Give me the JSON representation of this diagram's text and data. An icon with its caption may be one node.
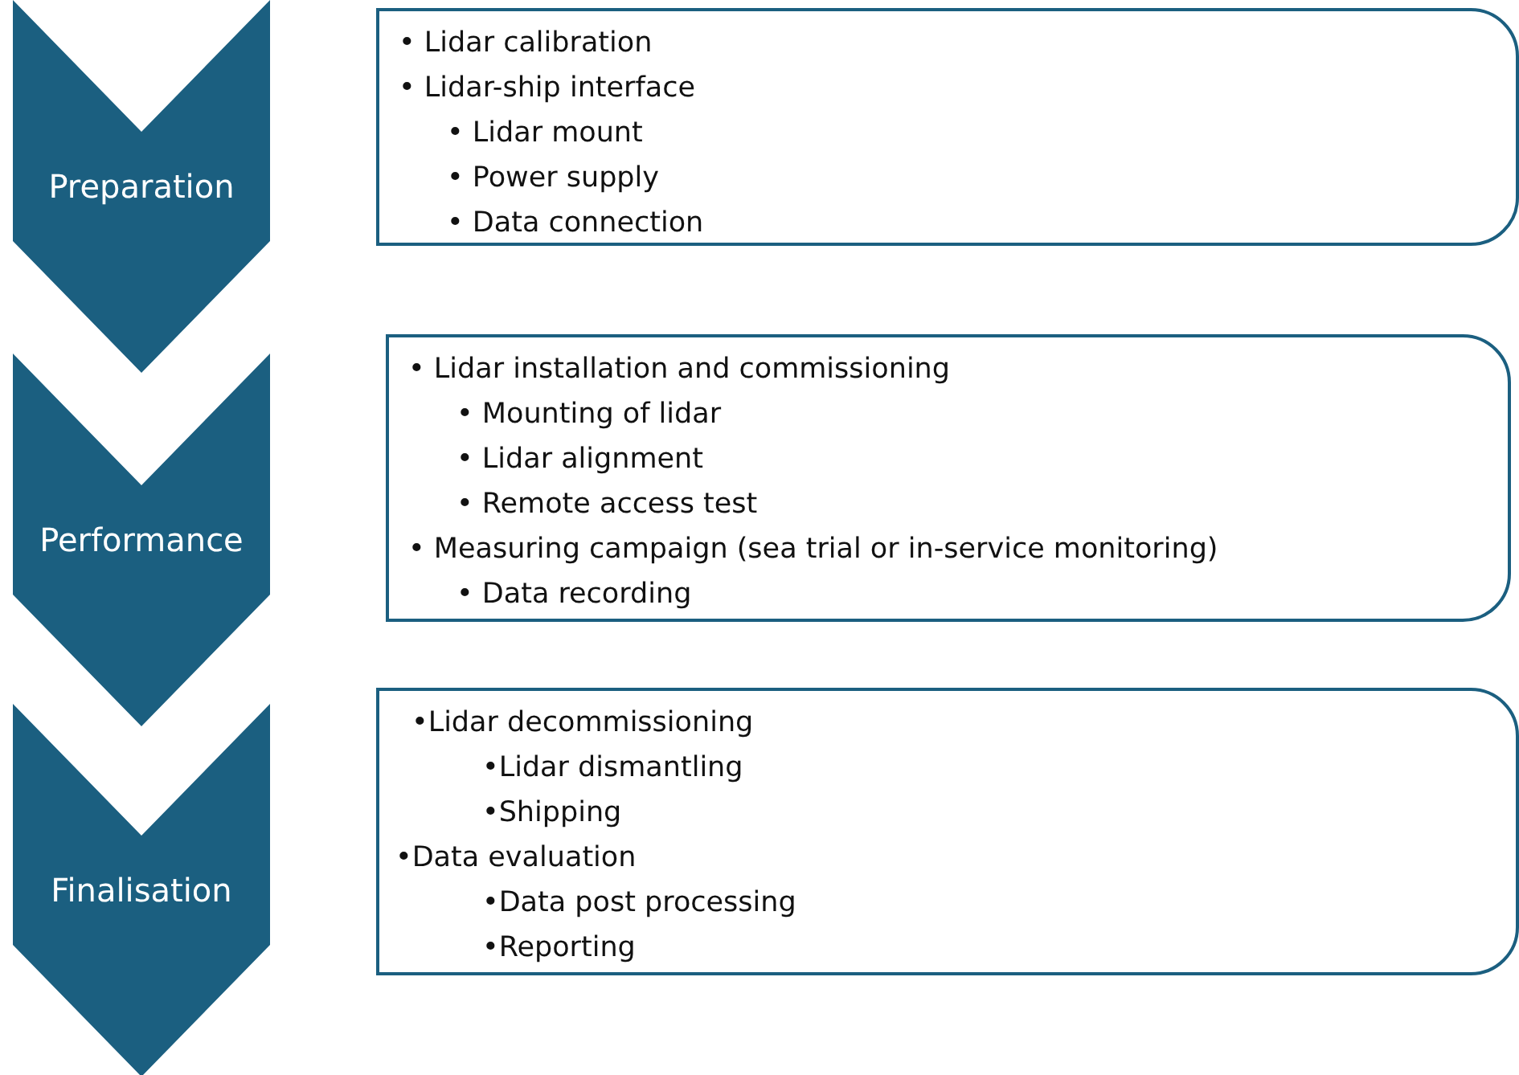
{
  "diagram": {
    "nodes": [
      {
        "text": [
          "Preparation"
        ]
      },
      {
        "text": [
          "• Lidar calibration",
          "• Lidar-ship interface",
          "• Lidar mount",
          "• Power supply",
          "• Data connection"
        ]
      },
      {
        "text": [
          "Performance"
        ]
      },
      {
        "text": [
          "• Lidar installation and commissioning",
          "• Mounting of lidar",
          "• Lidar alignment",
          "• Remote access test",
          "• Measuring campaign (sea trial or in-service monitoring)",
          "• Data recording"
        ]
      },
      {
        "text": [
          "Finalisation"
        ]
      },
      {
        "text": [
          "•Lidar decommissioning",
          "•Lidar dismantling",
          "•Shipping",
          "•Data evaluation",
          "•Data post processing",
          "•Reporting"
        ]
      }
    ],
    "edges": []
  }
}
